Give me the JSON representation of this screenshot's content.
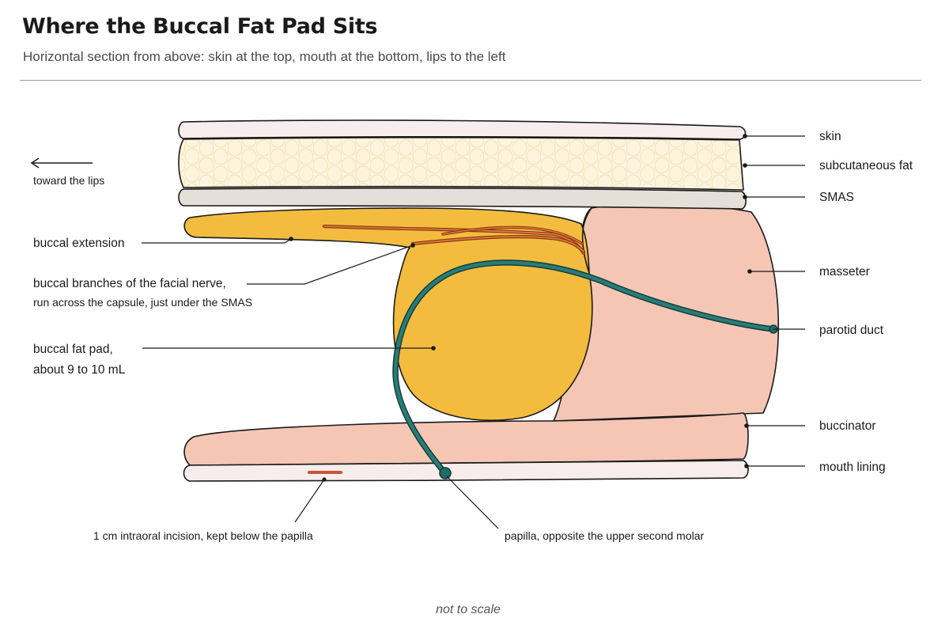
{
  "header": {
    "title": "Where the Buccal Fat Pad Sits",
    "subtitle": "Horizontal section from above: skin at the top, mouth at the bottom, lips to the left"
  },
  "direction": {
    "label": "toward the lips"
  },
  "labels": {
    "skin": "skin",
    "subcutaneous_fat": "subcutaneous fat",
    "smas": "SMAS",
    "masseter": "masseter",
    "parotid_duct": "parotid duct",
    "buccinator": "buccinator",
    "mouth_lining": "mouth lining",
    "buccal_extension": "buccal extension",
    "nerve_line1": "buccal branches of the facial nerve,",
    "nerve_line2": "run across the capsule, just under the SMAS",
    "fat_pad_line1": "buccal fat pad,",
    "fat_pad_line2": "about 9 to 10 mL",
    "incision": "1 cm intraoral incision, kept below the papilla",
    "papilla": "papilla, opposite the upper second molar"
  },
  "footer": {
    "note": "not to scale"
  },
  "colors": {
    "skin": "#f8eded",
    "subcutaneous_fat": "#fdf4dd",
    "smas": "#e5e0d7",
    "muscle": "#f5c6b4",
    "fat_pad": "#f3bc3e",
    "parotid_duct": "#1f6b67",
    "nerve": "#c05a2a",
    "incision": "#c8553b"
  }
}
